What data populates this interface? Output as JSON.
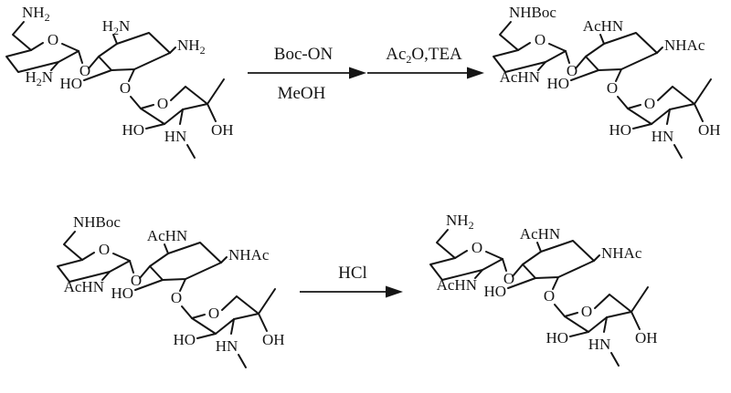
{
  "scheme": {
    "background_color": "#ffffff",
    "ink_color": "#151515",
    "description_labels": {
      "ring_o": "O",
      "glycosidic_o": "O",
      "ho": "HO",
      "hn": "HN",
      "oh": "OH"
    }
  },
  "structures": [
    {
      "top_amine": {
        "pre": "NH",
        "sub": "2",
        "post": ""
      },
      "left_amine": {
        "pre": "H",
        "sub": "2",
        "post": "N"
      },
      "mid_top_amine": {
        "pre": "H",
        "sub": "2",
        "post": "N"
      },
      "right_amine": {
        "pre": "NH",
        "sub": "2",
        "post": ""
      }
    },
    {
      "top_amine": {
        "pre": "NHBoc",
        "sub": "",
        "post": ""
      },
      "left_amine": {
        "pre": "AcHN",
        "sub": "",
        "post": ""
      },
      "mid_top_amine": {
        "pre": "AcHN",
        "sub": "",
        "post": ""
      },
      "right_amine": {
        "pre": "NHAc",
        "sub": "",
        "post": ""
      }
    },
    {
      "top_amine": {
        "pre": "NHBoc",
        "sub": "",
        "post": ""
      },
      "left_amine": {
        "pre": "AcHN",
        "sub": "",
        "post": ""
      },
      "mid_top_amine": {
        "pre": "AcHN",
        "sub": "",
        "post": ""
      },
      "right_amine": {
        "pre": "NHAc",
        "sub": "",
        "post": ""
      }
    },
    {
      "top_amine": {
        "pre": "NH",
        "sub": "2",
        "post": ""
      },
      "left_amine": {
        "pre": "AcHN",
        "sub": "",
        "post": ""
      },
      "mid_top_amine": {
        "pre": "AcHN",
        "sub": "",
        "post": ""
      },
      "right_amine": {
        "pre": "NHAc",
        "sub": "",
        "post": ""
      }
    }
  ],
  "arrows": [
    {
      "above": {
        "pre": "Boc-ON",
        "sub": "",
        "post": ""
      },
      "below": "MeOH"
    },
    {
      "above": {
        "pre": "Ac",
        "sub": "2",
        "post": "O,TEA"
      },
      "below": ""
    },
    {
      "above": {
        "pre": "HCl",
        "sub": "",
        "post": ""
      },
      "below": ""
    }
  ]
}
